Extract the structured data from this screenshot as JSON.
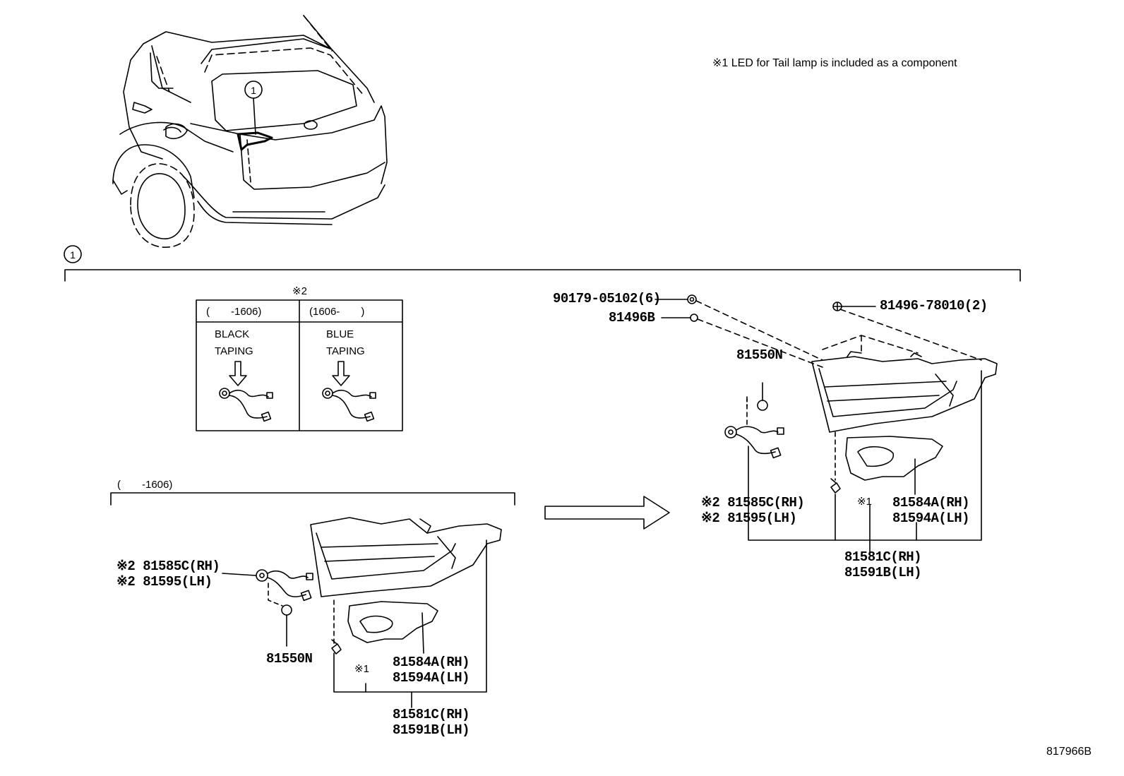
{
  "note_top": "※1 LED for Tail lamp is included as a component",
  "callout_1": "1",
  "assembly_marker": "1",
  "inset": {
    "marker": "※2",
    "col_left_range": "(　　-1606)",
    "col_right_range": "(1606-　　)",
    "col_left_text": [
      "BLACK",
      "TAPING"
    ],
    "col_right_text": [
      "BLUE",
      "TAPING"
    ]
  },
  "lower_group": {
    "range": "(　　-1606)",
    "socket_rh": "※2 81585C(RH)",
    "socket_lh": "※2 81595(LH)",
    "bulb": "81550N",
    "cover_rh": "81584A(RH)",
    "cover_lh": "81594A(LH)",
    "note_ref": "※1",
    "lamp_rh": "81581C(RH)",
    "lamp_lh": "81591B(LH)"
  },
  "upper_group": {
    "nut_1": "90179-05102(6)",
    "nut_2": "81496B",
    "clip": "81496-78010(2)",
    "bulb": "81550N",
    "socket_rh": "※2 81585C(RH)",
    "socket_lh": "※2 81595(LH)",
    "cover_rh": "81584A(RH)",
    "cover_lh": "81594A(LH)",
    "note_ref": "※1",
    "lamp_rh": "81581C(RH)",
    "lamp_lh": "81591B(LH)"
  },
  "diagram_id": "817966B"
}
